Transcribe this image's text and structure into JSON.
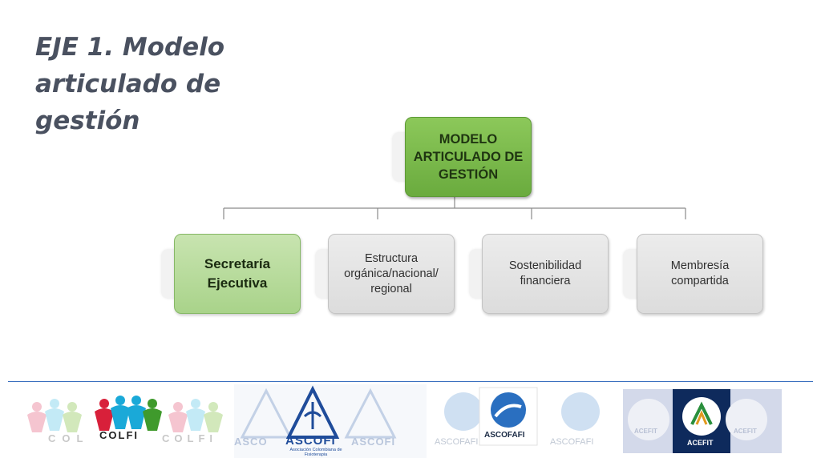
{
  "slide": {
    "title": "EJE 1. Modelo articulado de gestión"
  },
  "diagram": {
    "root": {
      "label": "MODELO ARTICULADO DE GESTIÓN"
    },
    "children": [
      {
        "label": "Secretaría Ejecutiva",
        "highlighted": true
      },
      {
        "label": "Estructura orgánica/nacional/ regional",
        "highlighted": false
      },
      {
        "label": "Sostenibilidad financiera",
        "highlighted": false
      },
      {
        "label": "Membresía compartida",
        "highlighted": false
      }
    ],
    "colors": {
      "root": "#6aab3e",
      "highlight": "#a9d38a",
      "box": "#dcdcdc",
      "connector": "#8a8a8a"
    }
  },
  "footer": {
    "line_color": "#3a6fbf",
    "logos": {
      "colfi": {
        "text": "COLFI",
        "ghost_text": "COL",
        "ghost_text_2": "COLFI"
      },
      "ascofi": {
        "text": "ASCOFI",
        "subtitle": "Asociación Colombiana de Fisioterapia",
        "ghost_text": "ASCO",
        "ghost_text_2": "ASCOFI"
      },
      "ascofafi": {
        "text": "ASCOFAFI",
        "ghost_text": "ASCOFAFI"
      },
      "acefit": {
        "text": "ACEFIT",
        "ghost_text": "ACEFIT"
      }
    }
  }
}
